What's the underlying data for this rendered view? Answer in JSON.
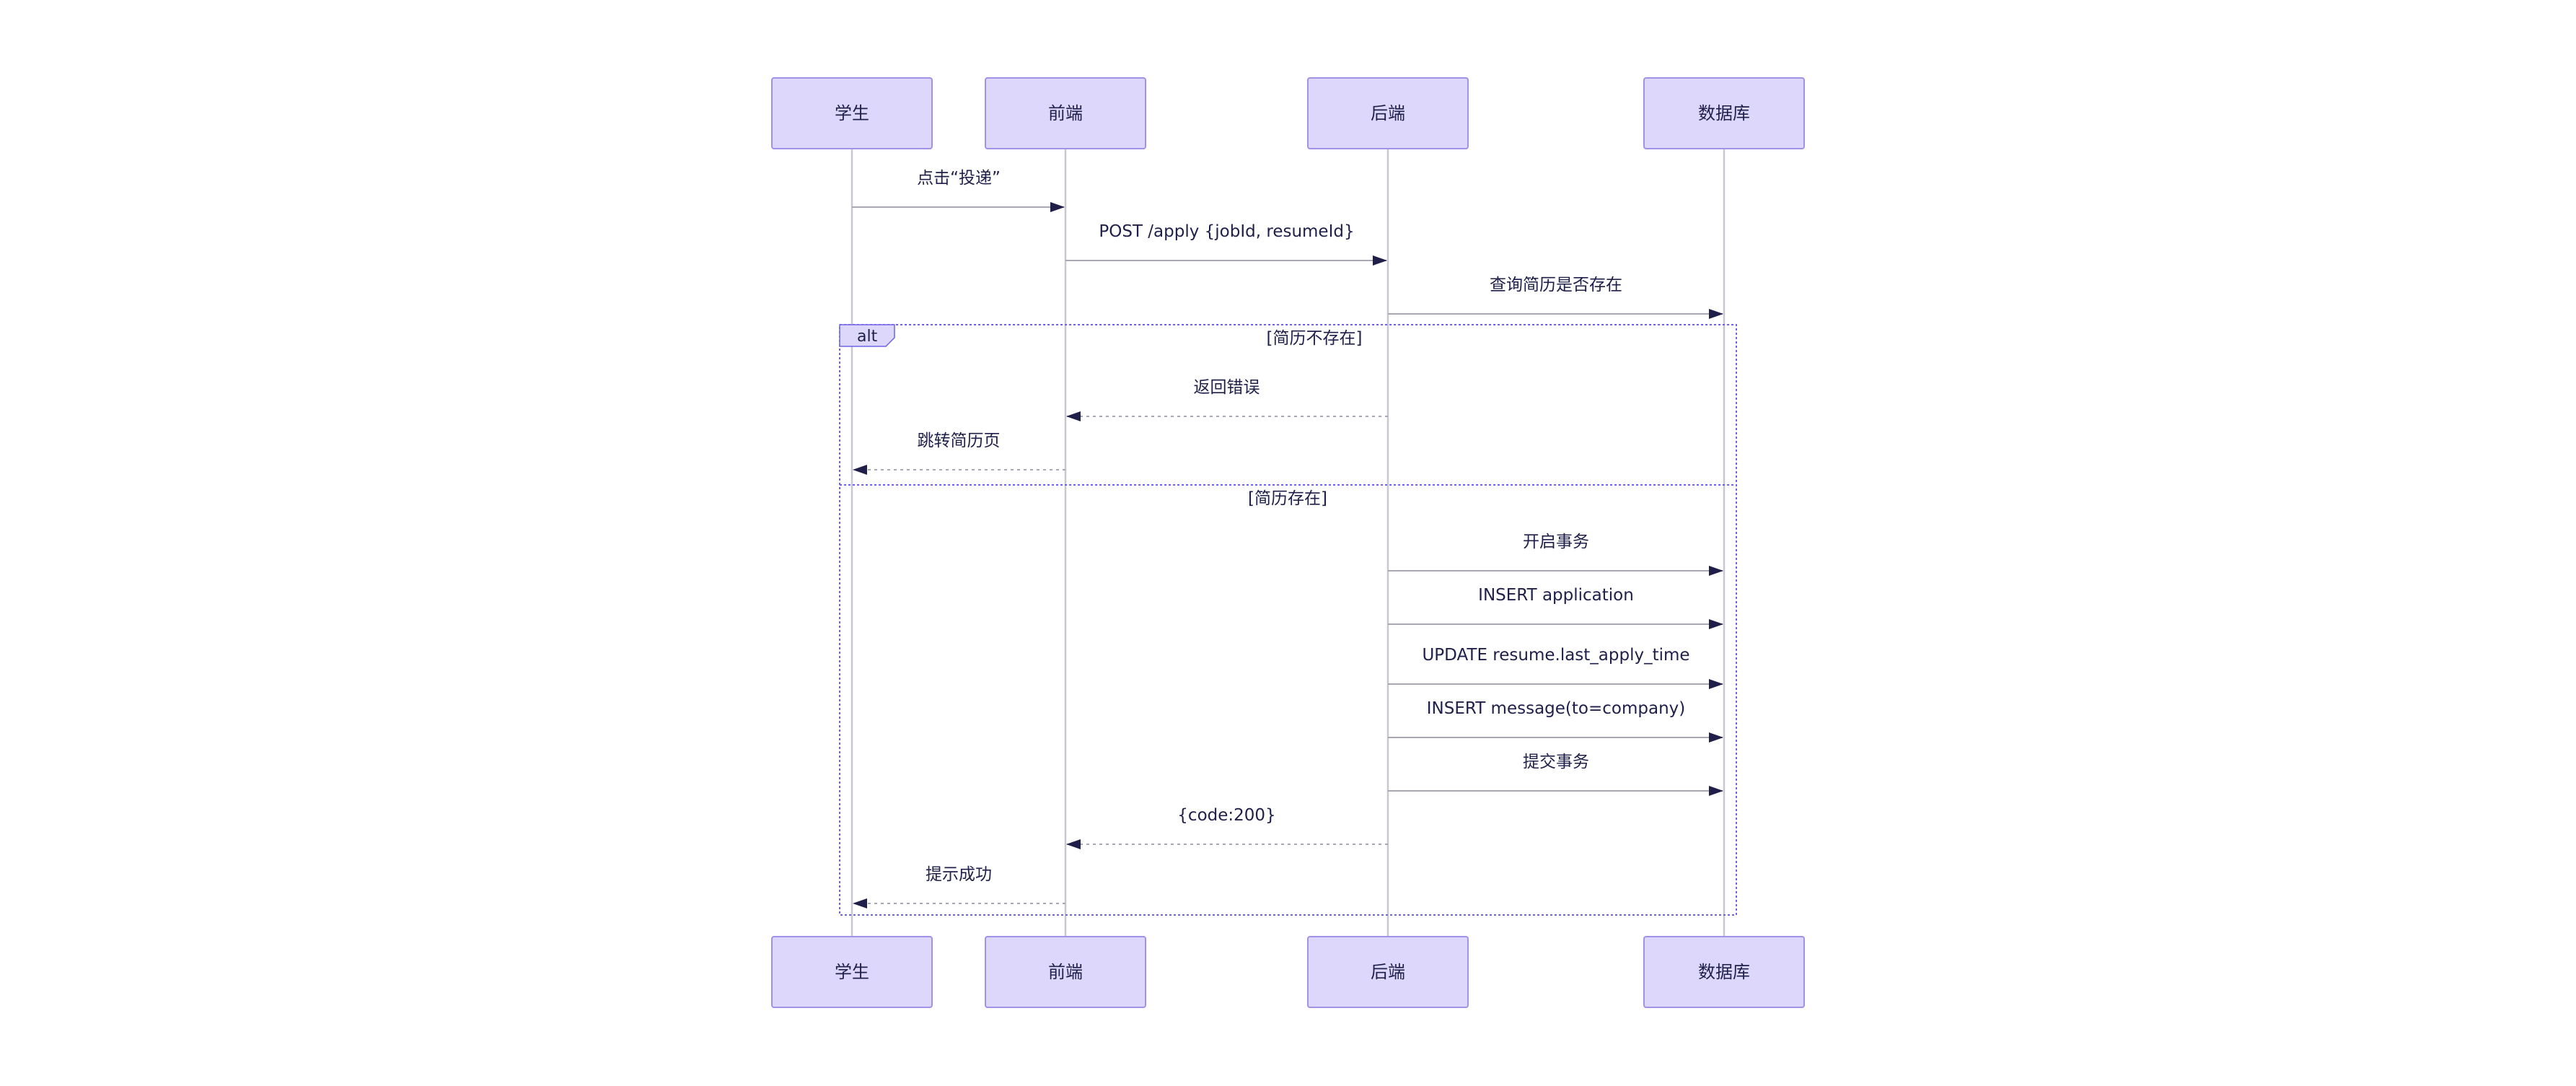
{
  "actors": [
    {
      "id": "student",
      "label": "学生"
    },
    {
      "id": "frontend",
      "label": "前端"
    },
    {
      "id": "backend",
      "label": "后端"
    },
    {
      "id": "database",
      "label": "数据库"
    }
  ],
  "messages": [
    {
      "from": "student",
      "to": "frontend",
      "text": "点击“投递”",
      "style": "solid"
    },
    {
      "from": "frontend",
      "to": "backend",
      "text": "POST /apply {jobId, resumeId}",
      "style": "solid"
    },
    {
      "from": "backend",
      "to": "database",
      "text": "查询简历是否存在",
      "style": "solid"
    },
    {
      "from": "backend",
      "to": "frontend",
      "text": "返回错误",
      "style": "dashed"
    },
    {
      "from": "frontend",
      "to": "student",
      "text": "跳转简历页",
      "style": "dashed"
    },
    {
      "from": "backend",
      "to": "database",
      "text": "开启事务",
      "style": "solid"
    },
    {
      "from": "backend",
      "to": "database",
      "text": "INSERT application",
      "style": "solid"
    },
    {
      "from": "backend",
      "to": "database",
      "text": "UPDATE resume.last_apply_time",
      "style": "solid"
    },
    {
      "from": "backend",
      "to": "database",
      "text": "INSERT message(to=company)",
      "style": "solid"
    },
    {
      "from": "backend",
      "to": "database",
      "text": "提交事务",
      "style": "solid"
    },
    {
      "from": "backend",
      "to": "frontend",
      "text": "{code:200}",
      "style": "dashed"
    },
    {
      "from": "frontend",
      "to": "student",
      "text": "提示成功",
      "style": "dashed"
    }
  ],
  "alt_block": {
    "label": "alt",
    "conditions": [
      "[简历不存在]",
      "[简历存在]"
    ]
  },
  "colors": {
    "actor_fill": "#ddd8fb",
    "actor_border": "#9e93e6",
    "frame_border": "#6e63e6",
    "arrow": "#a8a8b4",
    "text": "#1f1f4a"
  }
}
